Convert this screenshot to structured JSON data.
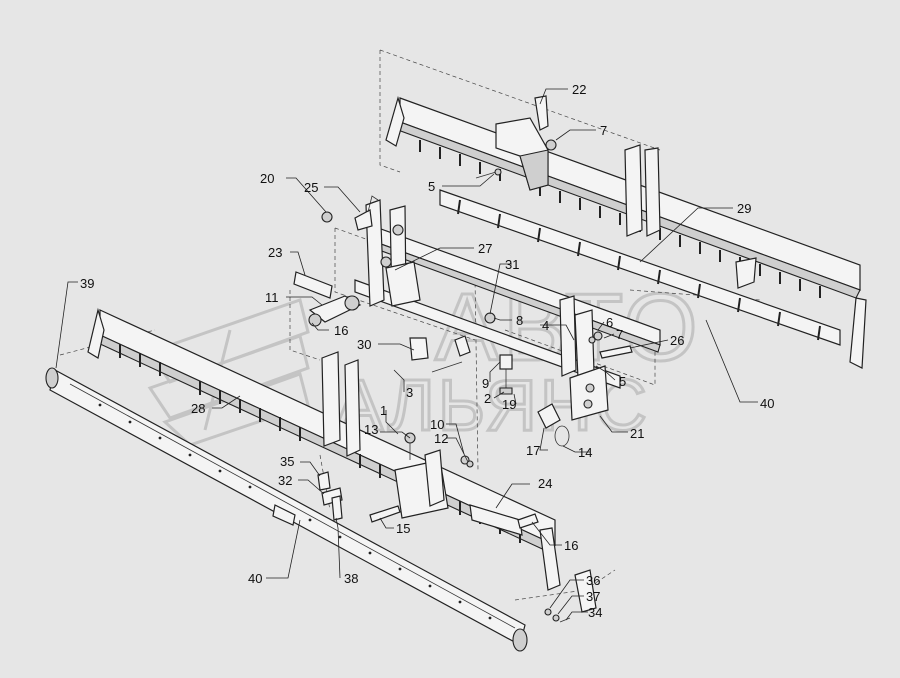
{
  "diagram": {
    "background": "#e6e6e6",
    "watermark": {
      "line1": "АВТО",
      "line2": "АЛЬЯНС"
    },
    "labels": [
      {
        "id": "l22",
        "text": "22"
      },
      {
        "id": "l7a",
        "text": "7"
      },
      {
        "id": "l5a",
        "text": "5"
      },
      {
        "id": "l29",
        "text": "29"
      },
      {
        "id": "l20",
        "text": "20"
      },
      {
        "id": "l25",
        "text": "25"
      },
      {
        "id": "l23",
        "text": "23"
      },
      {
        "id": "l27",
        "text": "27"
      },
      {
        "id": "l31",
        "text": "31"
      },
      {
        "id": "l11",
        "text": "11"
      },
      {
        "id": "l16a",
        "text": "16"
      },
      {
        "id": "l8",
        "text": "8"
      },
      {
        "id": "l4",
        "text": "4"
      },
      {
        "id": "l6",
        "text": "6"
      },
      {
        "id": "l7b",
        "text": "7"
      },
      {
        "id": "l39",
        "text": "39"
      },
      {
        "id": "l26",
        "text": "26"
      },
      {
        "id": "l30",
        "text": "30"
      },
      {
        "id": "l9",
        "text": "9"
      },
      {
        "id": "l5b",
        "text": "5"
      },
      {
        "id": "l3",
        "text": "3"
      },
      {
        "id": "l2",
        "text": "2"
      },
      {
        "id": "l19",
        "text": "19"
      },
      {
        "id": "l40a",
        "text": "40"
      },
      {
        "id": "l28",
        "text": "28"
      },
      {
        "id": "l1",
        "text": "1"
      },
      {
        "id": "l10",
        "text": "10"
      },
      {
        "id": "l21",
        "text": "21"
      },
      {
        "id": "l13",
        "text": "13"
      },
      {
        "id": "l12",
        "text": "12"
      },
      {
        "id": "l17",
        "text": "17"
      },
      {
        "id": "l14",
        "text": "14"
      },
      {
        "id": "l35",
        "text": "35"
      },
      {
        "id": "l32",
        "text": "32"
      },
      {
        "id": "l24",
        "text": "24"
      },
      {
        "id": "l15",
        "text": "15"
      },
      {
        "id": "l16b",
        "text": "16"
      },
      {
        "id": "l40b",
        "text": "40"
      },
      {
        "id": "l38",
        "text": "38"
      },
      {
        "id": "l36",
        "text": "36"
      },
      {
        "id": "l37",
        "text": "37"
      },
      {
        "id": "l34",
        "text": "34"
      }
    ]
  }
}
